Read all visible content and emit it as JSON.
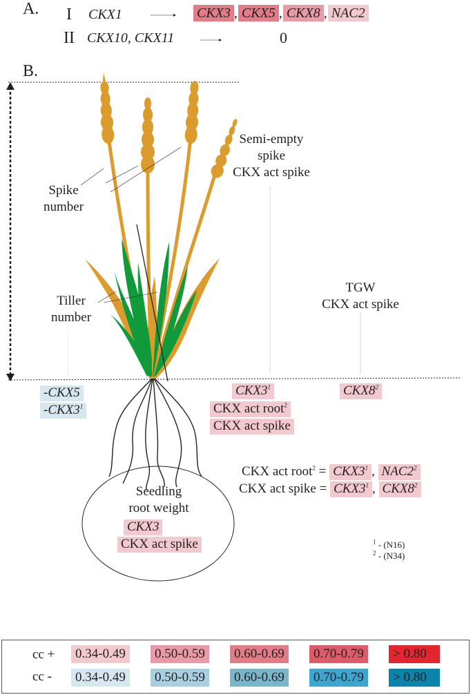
{
  "panelA": {
    "label": "A.",
    "rows": [
      {
        "numeral": "I",
        "genes": "CKX1",
        "result": [
          "CKX3",
          "CKX5",
          "CKX8",
          "NAC2"
        ]
      },
      {
        "numeral": "II",
        "genes": "CKX10, CKX11",
        "result_text": "0"
      }
    ]
  },
  "panelB": {
    "label": "B.",
    "traits": {
      "spike_number": [
        "Spike",
        "number"
      ],
      "semi_empty": [
        "Semi-empty",
        "spike",
        "CKX act spike"
      ],
      "tgw": [
        "TGW",
        "CKX act spike"
      ],
      "tiller_number": [
        "Tiller",
        "number"
      ],
      "seedling": [
        "Seedling",
        "root weight"
      ]
    },
    "tiller_genes": [
      {
        "text": "-CKX5",
        "sup": ""
      },
      {
        "text": "-CKX3",
        "sup": "1"
      }
    ],
    "semi_empty_genes": [
      {
        "text": "CKX3",
        "sup": "1"
      },
      {
        "text": "CKX act root",
        "sup": "2"
      },
      {
        "text": "CKX act spike",
        "sup": ""
      }
    ],
    "tgw_gene": {
      "text": "CKX8",
      "sup": "2"
    },
    "seedling_genes": [
      "CKX3",
      "CKX act spike"
    ],
    "equations": [
      {
        "lhs": "CKX act root",
        "lhs_sup": "2",
        "eq": " = ",
        "terms": [
          {
            "text": "CKX3",
            "sup": "1"
          },
          {
            "text": "NAC2",
            "sup": "2"
          }
        ]
      },
      {
        "lhs": "CKX act spike",
        "lhs_sup": "",
        "eq": " = ",
        "terms": [
          {
            "text": "CKX3",
            "sup": "1"
          },
          {
            "text": "CKX8",
            "sup": "2"
          }
        ]
      }
    ],
    "footnotes": [
      {
        "sup": "1",
        "text": "- (N16)"
      },
      {
        "sup": "2",
        "text": "- (N34)"
      }
    ]
  },
  "legend": {
    "rows": [
      {
        "label": "cc +",
        "ranges": [
          "0.34-0.49",
          "0.50-0.59",
          "0.60-0.69",
          "0.70-0.79",
          "> 0.80"
        ],
        "colors": [
          "#f2c9cf",
          "#e89aa6",
          "#e27c87",
          "#dd5c6b",
          "#e2252e"
        ]
      },
      {
        "label": "cc -",
        "ranges": [
          "0.34-0.49",
          "0.50-0.59",
          "0.60-0.69",
          "0.70-0.79",
          "> 0.80"
        ],
        "colors": [
          "#d6e7ef",
          "#a8cfdf",
          "#79b6cc",
          "#3ea5cf",
          "#0a84a8"
        ]
      }
    ]
  },
  "colors": {
    "stem": "#dc9b2d",
    "leaf": "#109a3c",
    "root": "#231f20"
  }
}
